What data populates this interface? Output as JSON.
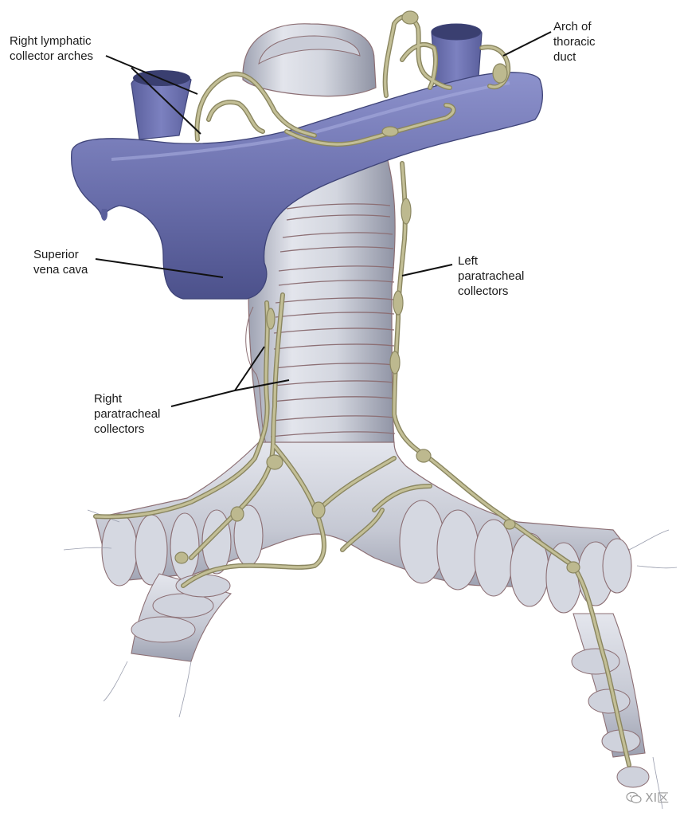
{
  "labels": {
    "right_lymphatic": [
      "Right lymphatic",
      "collector arches"
    ],
    "arch_thoracic": [
      "Arch of",
      "thoracic",
      "duct"
    ],
    "svc": [
      "Superior",
      "vena cava"
    ],
    "left_paratracheal": [
      "Left",
      "paratracheal",
      "collectors"
    ],
    "right_paratracheal": [
      "Right",
      "paratracheal",
      "collectors"
    ]
  },
  "watermark": {
    "icon": "wechat-icon",
    "text": "XI区"
  },
  "colors": {
    "vein": "#6f74b0",
    "vein_dark": "#4a4f86",
    "trachea": "#d2d5de",
    "trachea_shade": "#a9adbb",
    "ring_line": "#8c6f74",
    "lymph": "#bdb98f",
    "lymph_dark": "#8a8660"
  }
}
